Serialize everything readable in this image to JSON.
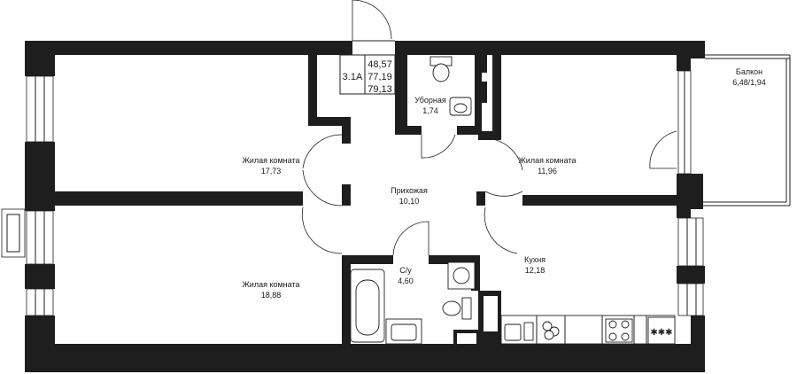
{
  "apartment": {
    "type": "3.1A",
    "areas": [
      "48,57",
      "77,19",
      "79,13"
    ]
  },
  "rooms": [
    {
      "id": "living1",
      "name": "Жилая комната",
      "area": "17,73"
    },
    {
      "id": "living2",
      "name": "Жилая комната",
      "area": "18,88"
    },
    {
      "id": "living3",
      "name": "Жилая комната",
      "area": "11,96"
    },
    {
      "id": "hall",
      "name": "Прихожая",
      "area": "10,10"
    },
    {
      "id": "wc",
      "name": "Уборная",
      "area": "1,74"
    },
    {
      "id": "bath",
      "name": "С/у",
      "area": "4,60"
    },
    {
      "id": "kitchen",
      "name": "Кухня",
      "area": "12,18"
    },
    {
      "id": "balcony",
      "name": "Балкон",
      "area": "6,48/1,94"
    }
  ]
}
